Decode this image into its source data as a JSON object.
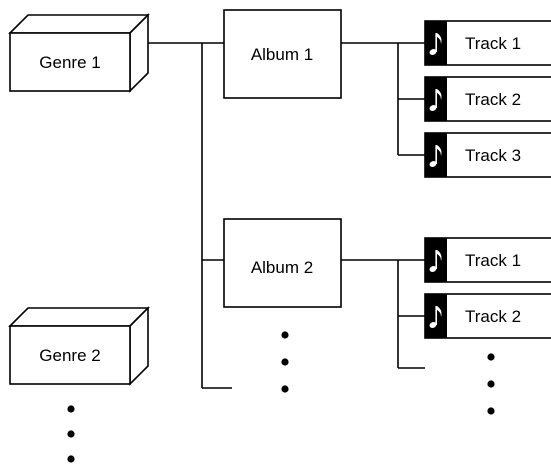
{
  "genres": [
    {
      "label": "Genre 1"
    },
    {
      "label": "Genre 2"
    }
  ],
  "albums": [
    {
      "label": "Album 1"
    },
    {
      "label": "Album 2"
    }
  ],
  "tracks": {
    "album_1": [
      {
        "label": "Track 1"
      },
      {
        "label": "Track 2"
      },
      {
        "label": "Track 3"
      }
    ],
    "album_2": [
      {
        "label": "Track 1"
      },
      {
        "label": "Track 2"
      }
    ]
  },
  "icons": {
    "track": "music-note-icon",
    "genre": "box-icon",
    "continuation": "ellipsis-vertical-icon"
  },
  "colors": {
    "stroke": "#000000",
    "background": "#ffffff",
    "track_icon_bg": "#000000",
    "track_icon_fg": "#ffffff"
  }
}
